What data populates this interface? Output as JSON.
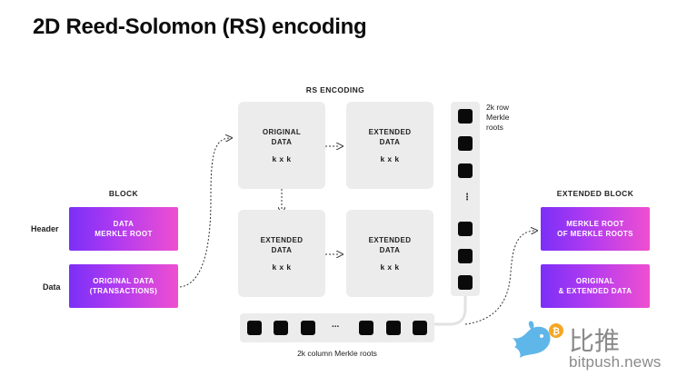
{
  "title": "2D Reed-Solomon (RS) encoding",
  "block": {
    "label": "BLOCK",
    "header_label": "Header",
    "data_label": "Data",
    "header_box": [
      "DATA",
      "MERKLE ROOT"
    ],
    "data_box": [
      "ORIGINAL DATA",
      "(TRANSACTIONS)"
    ]
  },
  "rs_encoding": {
    "label": "RS ENCODING",
    "original": {
      "lines": [
        "ORIGINAL",
        "DATA"
      ],
      "dim": "k x k"
    },
    "extended_right": {
      "lines": [
        "EXTENDED",
        "DATA"
      ],
      "dim": "k x k"
    },
    "extended_bottom": {
      "lines": [
        "EXTENDED",
        "DATA"
      ],
      "dim": "k x k"
    },
    "extended_corner": {
      "lines": [
        "EXTENDED",
        "DATA"
      ],
      "dim": "k x k"
    }
  },
  "row_roots": {
    "lines": [
      "2k row",
      "Merkle",
      "roots"
    ],
    "ellipsis": "⋮"
  },
  "column_roots": {
    "label": "2k column Merkle roots",
    "ellipsis": "..."
  },
  "extended_block": {
    "label": "EXTENDED BLOCK",
    "root_box": [
      "MERKLE ROOT",
      "OF MERKLE ROOTS"
    ],
    "data_box": [
      "ORIGINAL",
      "& EXTENDED DATA"
    ]
  },
  "watermark": {
    "cn": "比推",
    "en": "bitpush.news"
  },
  "colors": {
    "gradient_start": "#7b2ff7",
    "gradient_end": "#ef4fd0",
    "panel_grey": "#ececec",
    "square_black": "#0a0a0a"
  }
}
